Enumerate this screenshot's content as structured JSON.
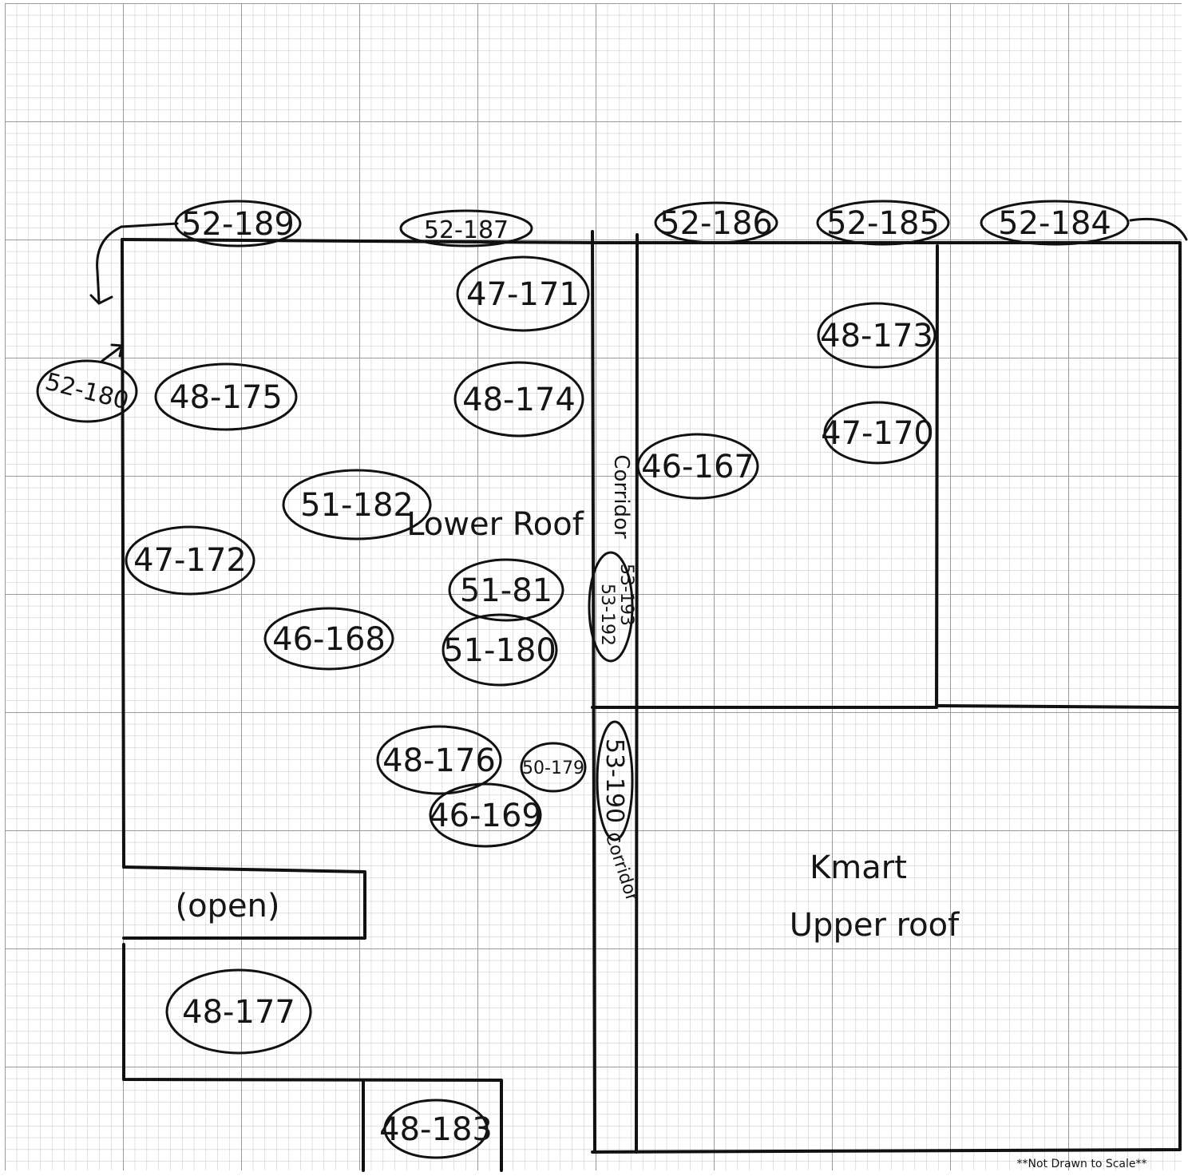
{
  "plan": {
    "top_labels": [
      "52-189",
      "52-187",
      "52-186",
      "52-185",
      "52-184"
    ],
    "room_labels": [
      "47-171",
      "48-174",
      "48-175",
      "52-180",
      "51-182",
      "47-172",
      "46-168",
      "51-81",
      "51-180",
      "48-176",
      "50-179",
      "46-169",
      "48-173",
      "47-170",
      "46-167",
      "48-177",
      "48-183"
    ],
    "corridor_labels": [
      "53-193",
      "53-192",
      "53-190"
    ],
    "open_area": "(open)",
    "lower_roof": "Lower Roof",
    "corridor": "Corridor",
    "kmart": "Kmart",
    "upper_roof": "Upper roof",
    "footer_note": "**Not Drawn to Scale**"
  }
}
